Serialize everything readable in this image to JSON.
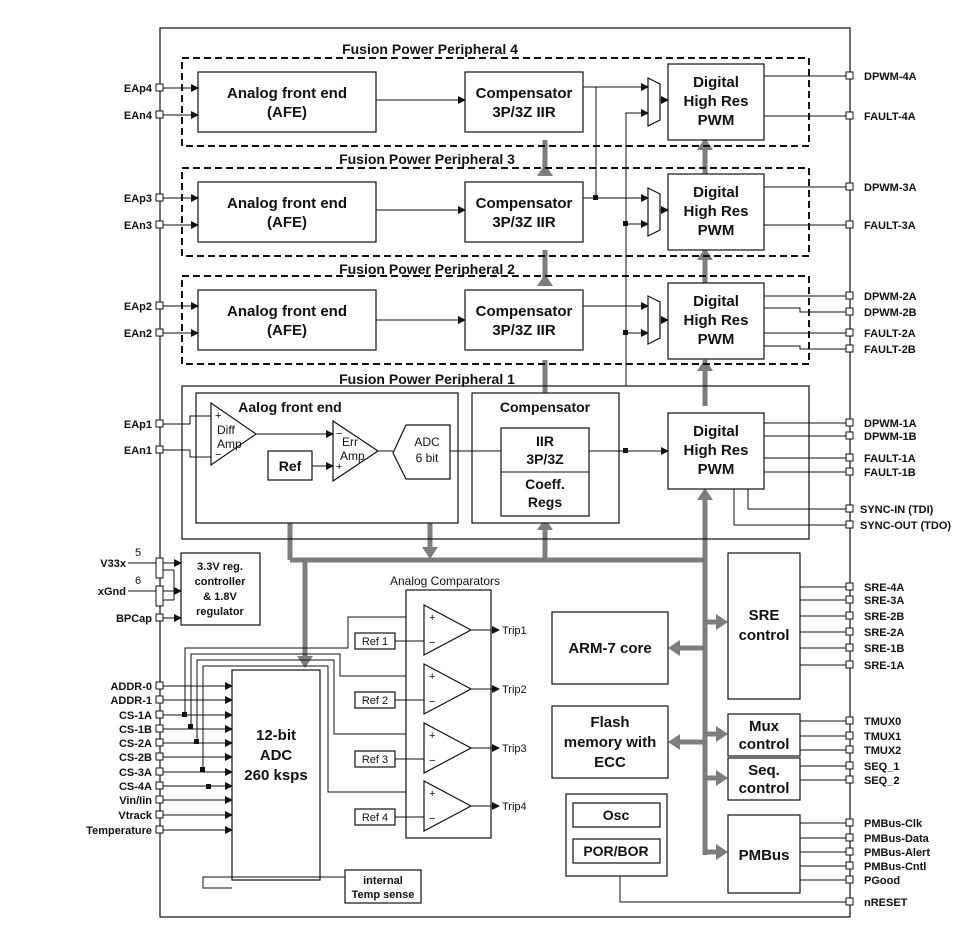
{
  "peripherals": [
    {
      "title": "Fusion Power Peripheral 4",
      "inputs": [
        "EAp4",
        "EAn4"
      ],
      "outputs": [
        "DPWM-4A",
        "FAULT-4A"
      ]
    },
    {
      "title": "Fusion Power Peripheral 3",
      "inputs": [
        "EAp3",
        "EAn3"
      ],
      "outputs": [
        "DPWM-3A",
        "FAULT-3A"
      ]
    },
    {
      "title": "Fusion Power Peripheral 2",
      "inputs": [
        "EAp2",
        "EAn2"
      ],
      "outputs": [
        "DPWM-2A",
        "DPWM-2B",
        "FAULT-2A",
        "FAULT-2B"
      ]
    },
    {
      "title": "Fusion Power Peripheral 1",
      "inputs": [
        "EAp1",
        "EAn1"
      ],
      "outputs": [
        "DPWM-1A",
        "DPWM-1B",
        "FAULT-1A",
        "FAULT-1B"
      ]
    }
  ],
  "afe": {
    "line1": "Analog front end",
    "line2": "(AFE)"
  },
  "comp": {
    "line1": "Compensator",
    "line2": "3P/3Z IIR"
  },
  "dpwm": {
    "line1": "Digital",
    "line2": "High Res",
    "line3": "PWM"
  },
  "p1": {
    "afe_title": "Aalog front end",
    "diff": "Diff",
    "amp": "Amp",
    "err": "Err",
    "ref": "Ref",
    "adc": "ADC",
    "adc_bits": "6 bit",
    "comp_title": "Compensator",
    "iir": "IIR",
    "iir2": "3P/3Z",
    "coeff": "Coeff.",
    "regs": "Regs"
  },
  "sync": [
    "SYNC-IN (TDI)",
    "SYNC-OUT (TDO)"
  ],
  "reg": {
    "pins": [
      "V33x",
      "xGnd",
      "BPCap"
    ],
    "n1": "5",
    "n2": "6",
    "lines": [
      "3.3V reg.",
      "controller",
      "& 1.8V",
      "regulator"
    ]
  },
  "comparators": {
    "title": "Analog Comparators",
    "refs": [
      "Ref 1",
      "Ref 2",
      "Ref 3",
      "Ref 4"
    ],
    "trips": [
      "Trip1",
      "Trip2",
      "Trip3",
      "Trip4"
    ]
  },
  "adc12": {
    "lines": [
      "12-bit",
      "ADC",
      "260 ksps"
    ],
    "inputs": [
      "ADDR-0",
      "ADDR-1",
      "CS-1A",
      "CS-1B",
      "CS-2A",
      "CS-2B",
      "CS-3A",
      "CS-4A",
      "Vin/Iin",
      "Vtrack",
      "Temperature"
    ]
  },
  "temp": [
    "internal",
    "Temp sense"
  ],
  "arm": "ARM-7 core",
  "flash": [
    "Flash",
    "memory with",
    "ECC"
  ],
  "osc": "Osc",
  "por": "POR/BOR",
  "sre": {
    "lines": [
      "SRE",
      "control"
    ],
    "pins": [
      "SRE-4A",
      "SRE-3A",
      "SRE-2B",
      "SRE-2A",
      "SRE-1B",
      "SRE-1A"
    ]
  },
  "mux": {
    "lines": [
      "Mux",
      "control"
    ],
    "pins": [
      "TMUX0",
      "TMUX1",
      "TMUX2"
    ]
  },
  "seq": {
    "lines": [
      "Seq.",
      "control"
    ],
    "pins": [
      "SEQ_1",
      "SEQ_2"
    ]
  },
  "pmbus": {
    "label": "PMBus",
    "pins": [
      "PMBus-Clk",
      "PMBus-Data",
      "PMBus-Alert",
      "PMBus-Cntl",
      "PGood"
    ]
  },
  "nreset": "nRESET"
}
